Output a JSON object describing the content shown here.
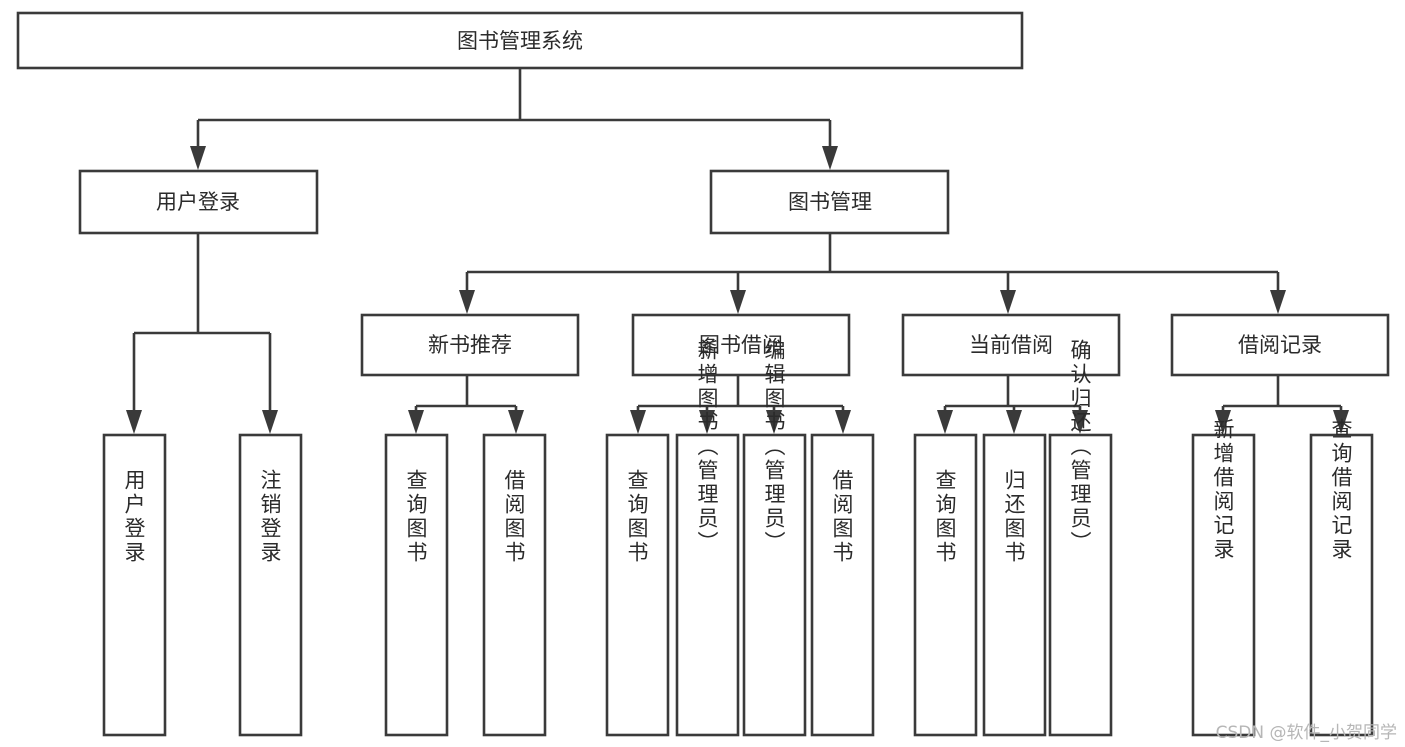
{
  "diagram": {
    "type": "tree-hierarchy-chart",
    "title": "图书管理系统",
    "watermark": "CSDN @软件_小贺同学",
    "colors": {
      "background": "#ffffff",
      "stroke": "#3a3a3a",
      "text": "#2b2b2b",
      "watermark": "#b6b6b6"
    },
    "nodes": {
      "root": {
        "label": "图书管理系统",
        "orientation": "horizontal"
      },
      "level2": [
        {
          "id": "user-login",
          "label": "用户登录",
          "orientation": "horizontal"
        },
        {
          "id": "book-management",
          "label": "图书管理",
          "orientation": "horizontal"
        }
      ],
      "level3": [
        {
          "id": "new-book-recommend",
          "label": "新书推荐",
          "orientation": "horizontal"
        },
        {
          "id": "book-borrow",
          "label": "图书借阅",
          "orientation": "horizontal"
        },
        {
          "id": "current-borrow",
          "label": "当前借阅",
          "orientation": "horizontal"
        },
        {
          "id": "borrow-record",
          "label": "借阅记录",
          "orientation": "horizontal"
        }
      ],
      "leaves": [
        {
          "id": "leaf-user-login",
          "label": "用户登录",
          "parent": "user-login",
          "orientation": "vertical"
        },
        {
          "id": "leaf-logout-login",
          "label": "注销登录",
          "parent": "user-login",
          "orientation": "vertical"
        },
        {
          "id": "leaf-query-book-1",
          "label": "查询图书",
          "parent": "new-book-recommend",
          "orientation": "vertical"
        },
        {
          "id": "leaf-borrow-book-1",
          "label": "借阅图书",
          "parent": "new-book-recommend",
          "orientation": "vertical"
        },
        {
          "id": "leaf-query-book-2",
          "label": "查询图书",
          "parent": "book-borrow",
          "orientation": "vertical"
        },
        {
          "id": "leaf-add-book",
          "label": "新增图书（管理员）",
          "parent": "book-borrow",
          "orientation": "vertical"
        },
        {
          "id": "leaf-edit-book",
          "label": "编辑图书（管理员）",
          "parent": "book-borrow",
          "orientation": "vertical"
        },
        {
          "id": "leaf-borrow-book-2",
          "label": "借阅图书",
          "parent": "book-borrow",
          "orientation": "vertical"
        },
        {
          "id": "leaf-query-book-3",
          "label": "查询图书",
          "parent": "current-borrow",
          "orientation": "vertical"
        },
        {
          "id": "leaf-return-book",
          "label": "归还图书",
          "parent": "current-borrow",
          "orientation": "vertical"
        },
        {
          "id": "leaf-confirm-return",
          "label": "确认归还（管理员）",
          "parent": "current-borrow",
          "orientation": "vertical"
        },
        {
          "id": "leaf-add-record",
          "label": "新增借阅记录",
          "parent": "borrow-record",
          "orientation": "vertical"
        },
        {
          "id": "leaf-query-record",
          "label": "查询借阅记录",
          "parent": "borrow-record",
          "orientation": "vertical"
        }
      ]
    }
  }
}
